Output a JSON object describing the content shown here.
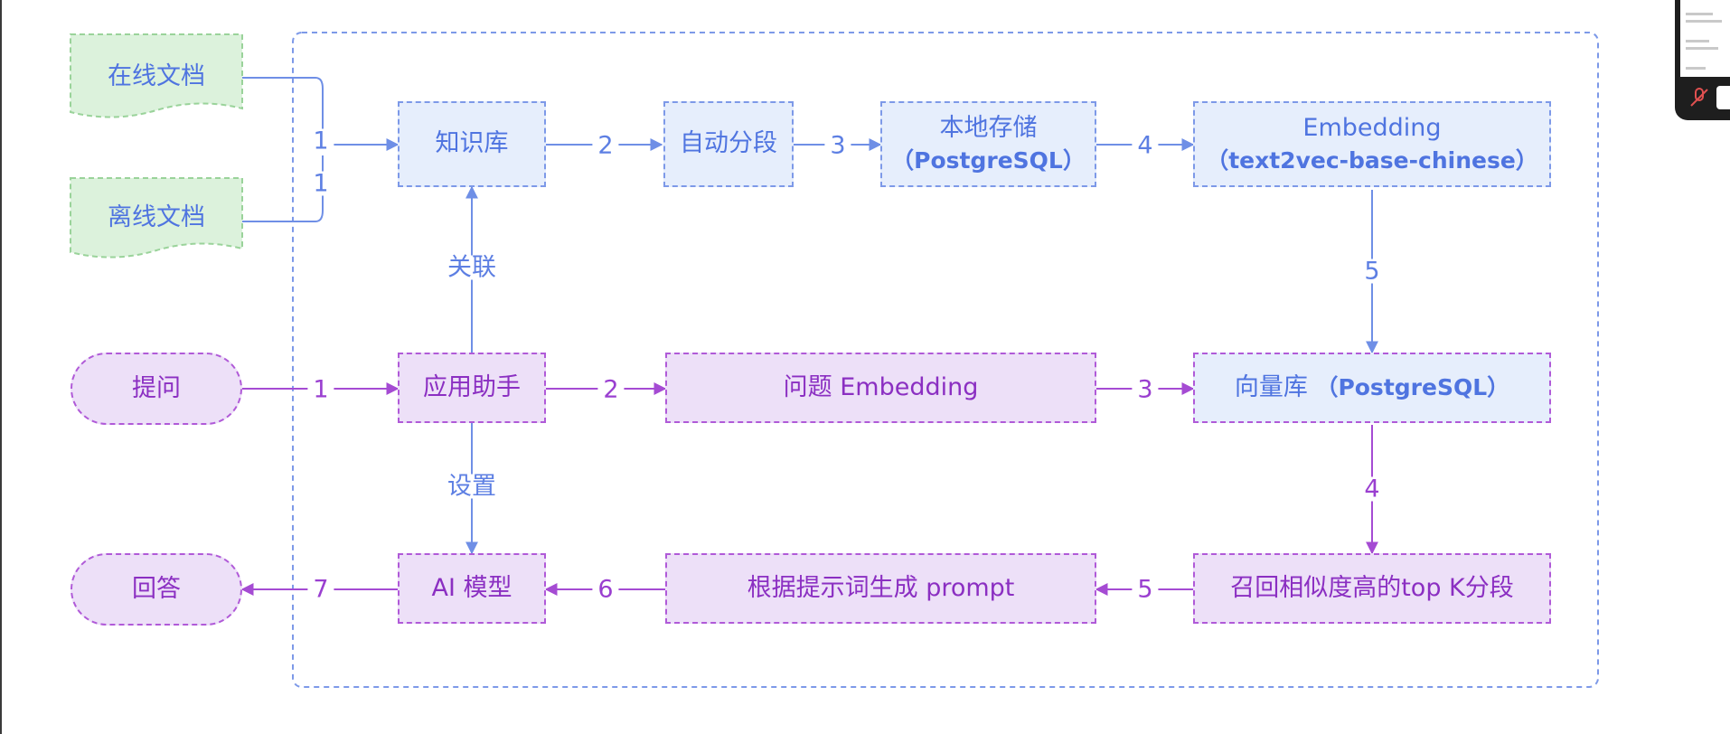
{
  "docs": {
    "online": "在线文档",
    "offline": "离线文档"
  },
  "nodes": {
    "knowledge_base": "知识库",
    "auto_segment": "自动分段",
    "local_storage_line1": "本地存储",
    "local_storage_line2": "（PostgreSQL）",
    "embedding_line1": "Embedding",
    "embedding_line2": "（text2vec-base-chinese）",
    "question": "提问",
    "app_assistant": "应用助手",
    "question_embedding": "问题 Embedding",
    "vector_db_main": "向量库 ",
    "vector_db_paren": "（PostgreSQL）",
    "answer": "回答",
    "ai_model": "AI 模型",
    "prompt_gen": "根据提示词生成 prompt",
    "recall": "召回相似度高的top K分段"
  },
  "edge_labels": {
    "doc1_a": "1",
    "doc1_b": "1",
    "kb_to_seg": "2",
    "seg_to_store": "3",
    "store_to_emb": "4",
    "emb_to_vec": "5",
    "link": "关联",
    "q_to_app": "1",
    "app_to_qemb": "2",
    "qemb_to_vec": "3",
    "vec_to_recall": "4",
    "setting": "设置",
    "recall_to_prompt": "5",
    "prompt_to_ai": "6",
    "ai_to_answer": "7"
  },
  "colors": {
    "blue_fill": "#e6eefc",
    "blue_stroke": "#7d99e8",
    "blue_text": "#4f74e0",
    "purple_fill": "#ede0f8",
    "purple_stroke": "#b05ad8",
    "purple_text": "#8b2fc2",
    "green_fill": "#dcf2dc",
    "green_stroke": "#9ad39a"
  }
}
